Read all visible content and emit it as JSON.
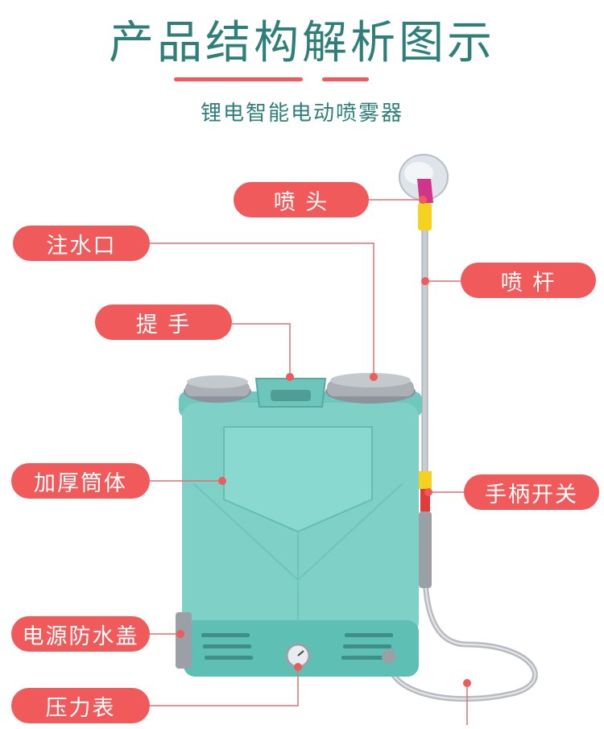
{
  "header": {
    "title": "产品结构解析图示",
    "subtitle": "锂电智能电动喷雾器"
  },
  "colors": {
    "title": "#2e7f7a",
    "accent": "#f05a5a",
    "leader_line": "#e07070",
    "tank": "#7fd1c8",
    "tank_dark": "#5bb7ad",
    "cap": "#9aa0a6"
  },
  "labels": {
    "nozzle": "喷 头",
    "fill_port": "注水口",
    "handle": "提 手",
    "spray_rod": "喷 杆",
    "thick_body": "加厚筒体",
    "handle_switch": "手柄开关",
    "battery_cover": "电源防水盖",
    "pressure_gauge": "压力表"
  }
}
